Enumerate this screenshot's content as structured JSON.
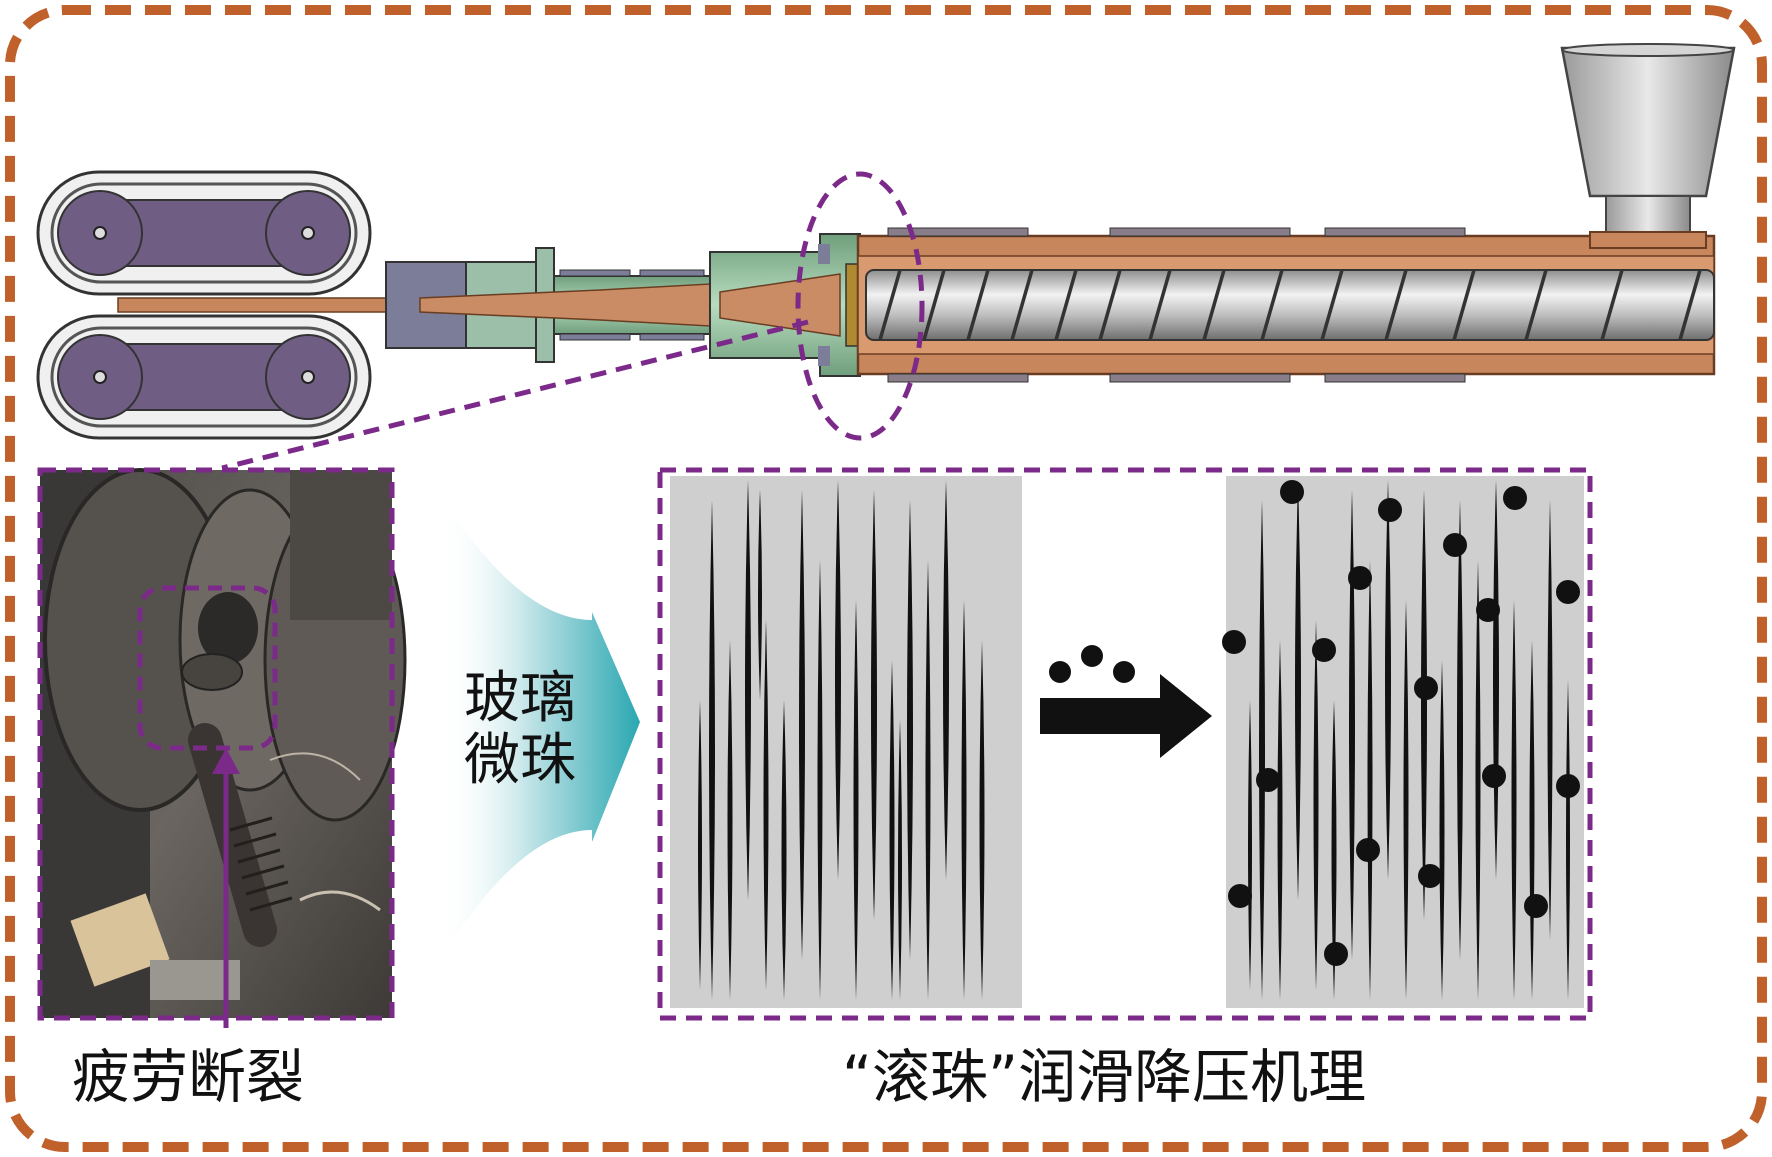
{
  "labels": {
    "glass_beads_line1": "玻璃",
    "glass_beads_line2": "微珠",
    "fatigue_fracture": "疲劳断裂",
    "mechanism": "“滚珠”润滑降压机理"
  },
  "colors": {
    "frame_dash": "#c0612b",
    "callout_purple": "#7b2a8a",
    "barrel_copper": "#c8865c",
    "barrel_dark": "#8a5533",
    "die_green": "#8fbf9a",
    "screw_steel": "#b8b8b8",
    "roller_purple": "#6f5d84",
    "panel_gray": "#cfcfcf",
    "arrow_teal": "#3fb0b8"
  },
  "icons": {
    "feed_hopper": "funnel-icon",
    "process_arrow": "right-arrow-icon",
    "glass_bead": "circle-icon"
  }
}
